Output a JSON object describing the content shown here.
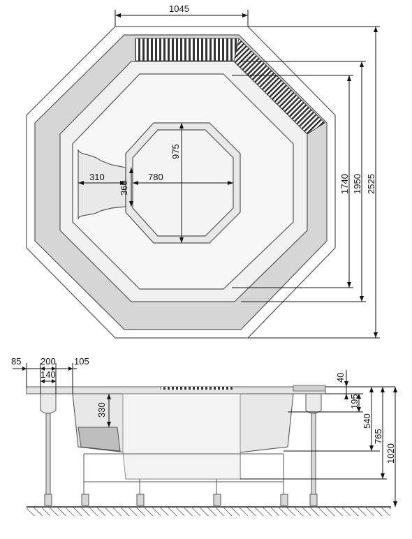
{
  "top_view": {
    "dims": {
      "width_top": "1045",
      "seat_depth": "310",
      "seat_width": "360",
      "well_width": "780",
      "well_height": "975",
      "inner_length": "1740",
      "mid_length": "1950",
      "overall": "2525"
    }
  },
  "side_view": {
    "dims": {
      "rim_left": "85",
      "rim_mid": "200",
      "rim_right": "105",
      "drain_width": "140",
      "seat_height": "330",
      "lip_height": "40",
      "depth_a": "195",
      "depth_b": "540",
      "depth_c": "765",
      "total_height": "1020"
    }
  },
  "colors": {
    "stroke": "#555555",
    "fill_light": "#efefef",
    "fill_mid": "#dadada",
    "fill_dark": "#c4c4c4",
    "text": "#111111"
  }
}
